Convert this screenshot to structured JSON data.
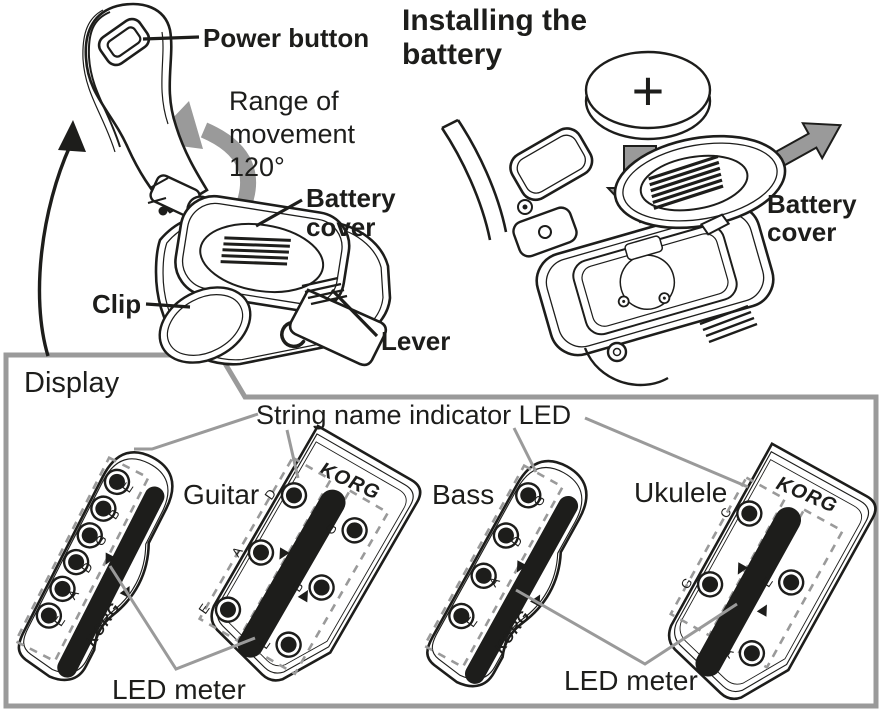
{
  "figures": {
    "left": {
      "power_button": "Power button",
      "range_l1": "Range of",
      "range_l2": "movement",
      "range_l3": "120°",
      "battery_cover_l1": "Battery",
      "battery_cover_l2": "cover",
      "clip": "Clip",
      "lever": "Lever"
    },
    "right": {
      "title_l1": "Installing the",
      "title_l2": "battery",
      "plus": "+",
      "battery_cover_l1": "Battery",
      "battery_cover_l2": "cover"
    }
  },
  "panel": {
    "title": "Display",
    "string_name_label": "String name indicator LED",
    "led_meter": "LED meter",
    "brand": "KORG",
    "guitar": "Guitar",
    "bass": "Bass",
    "ukulele": "Ukulele",
    "tuners": {
      "guitar_front": [
        "E",
        "B",
        "G",
        "D",
        "A",
        "E"
      ],
      "guitar_back_left": [
        "D",
        "A",
        "E"
      ],
      "guitar_back_right": [
        "G",
        "B",
        "E"
      ],
      "bass": [
        "G",
        "D",
        "A",
        "E"
      ],
      "ukulele_left": [
        "C",
        "G"
      ],
      "ukulele_right": [
        "E",
        "A"
      ]
    }
  },
  "colors": {
    "line": "#1d1d1b",
    "gray": "#9a9a9a",
    "background": "#ffffff"
  }
}
